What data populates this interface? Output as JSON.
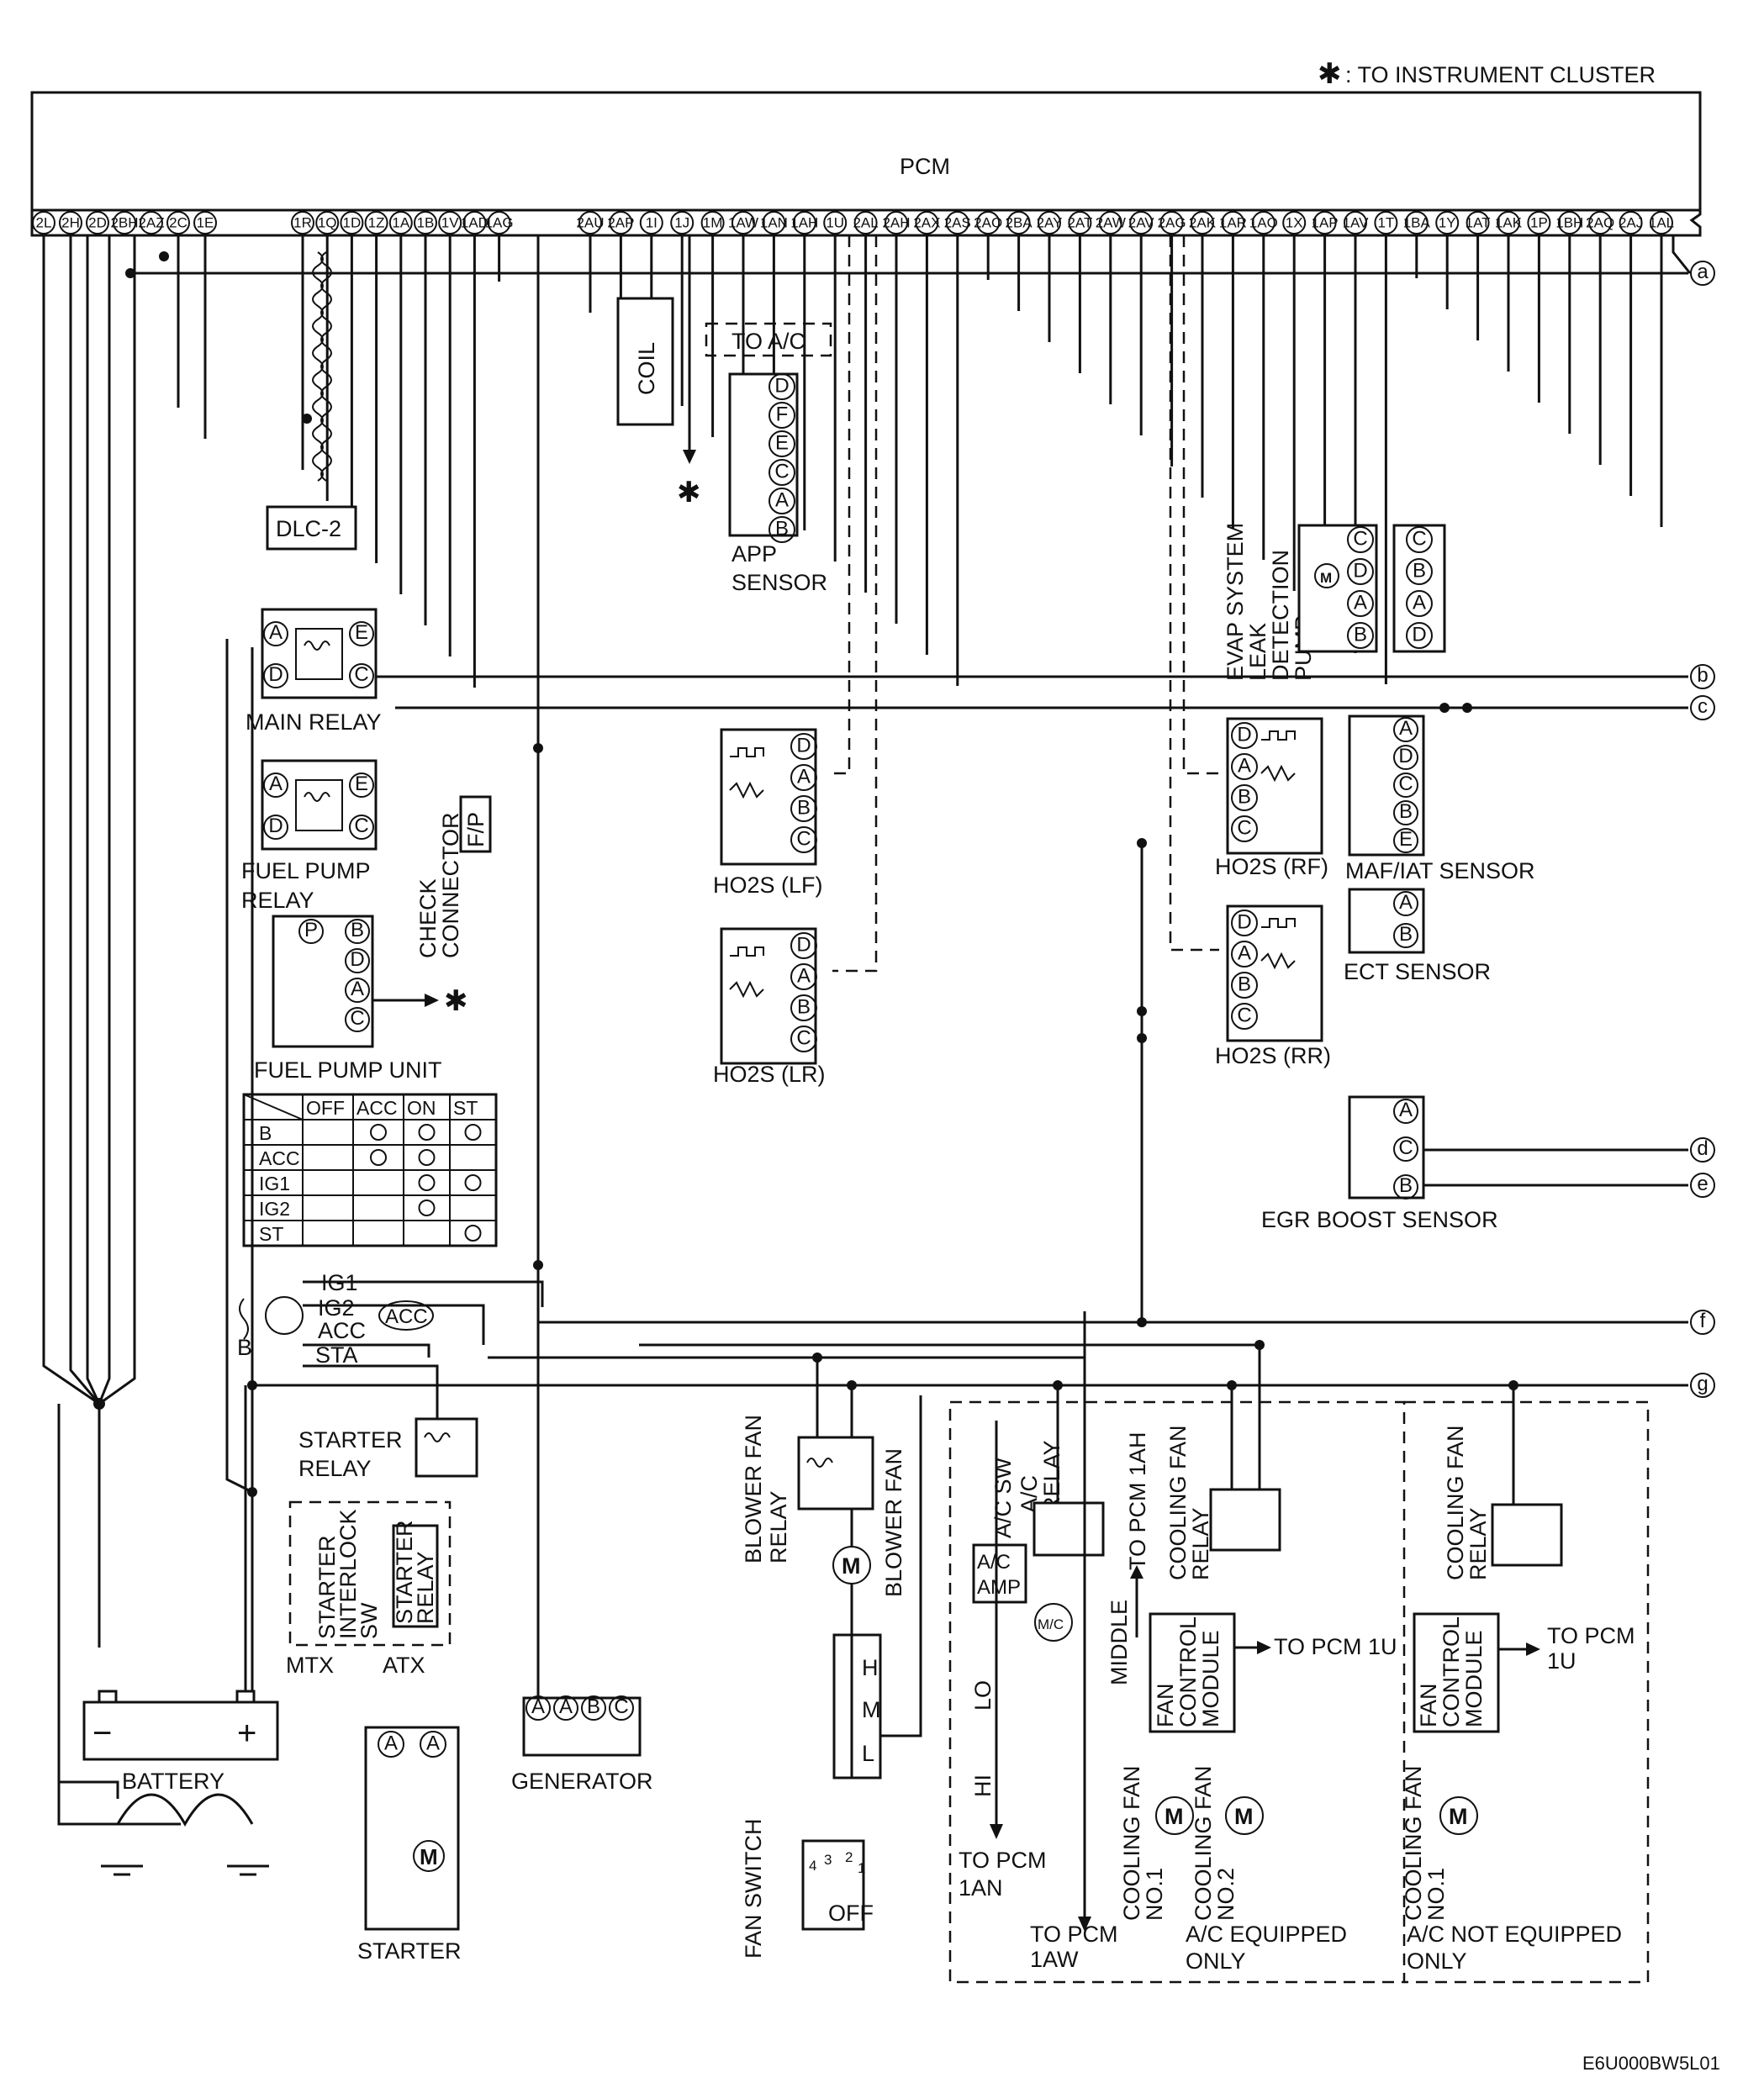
{
  "header": {
    "note_symbol": "✱",
    "note_text": ": TO INSTRUMENT CLUSTER",
    "pcm_label": "PCM",
    "footer_code": "E6U000BW5L01"
  },
  "pcm_pins": [
    "2L",
    "2H",
    "2D",
    "2BH",
    "2AZ",
    "2C",
    "1E",
    "1R",
    "1Q",
    "1D",
    "1Z",
    "1A",
    "1B",
    "1V",
    "1AD",
    "1AG",
    "2AU",
    "2AP",
    "1I",
    "1J",
    "1M",
    "1AW",
    "1AN",
    "1AH",
    "1U",
    "2AL",
    "2AH",
    "2AX",
    "2AS",
    "2AO",
    "2BA",
    "2AY",
    "2AT",
    "2AW",
    "2AV",
    "2AG",
    "2AK",
    "1AR",
    "1AO",
    "1X",
    "1AP",
    "1AV",
    "1T",
    "1BA",
    "1Y",
    "1AT",
    "1AK",
    "1P",
    "1BH",
    "2AQ",
    "2AJ",
    "1AL"
  ],
  "edge_refs": [
    "a",
    "b",
    "c",
    "d",
    "e",
    "f",
    "g"
  ],
  "components": {
    "coil": "COIL",
    "to_ac": "TO A/C",
    "dlc2": "DLC-2",
    "app_sensor": [
      "APP",
      "SENSOR"
    ],
    "app_pins": [
      "D",
      "F",
      "E",
      "C",
      "A",
      "B"
    ],
    "evap": [
      "EVAP SYSTEM",
      "LEAK",
      "DETECTION",
      "PUMP"
    ],
    "evap_pins_left": [
      "C",
      "D",
      "A",
      "B"
    ],
    "evap_pins_right": [
      "C",
      "B",
      "A",
      "D"
    ],
    "main_relay": "MAIN RELAY",
    "relay_pins": [
      "A",
      "D",
      "E",
      "C"
    ],
    "fuel_pump_relay": [
      "FUEL PUMP",
      "RELAY"
    ],
    "check_connector": [
      "CHECK",
      "CONNECTOR"
    ],
    "fp_label": "F/P",
    "fuel_pump_unit": "FUEL PUMP UNIT",
    "fuel_pump_pins": [
      "P",
      "B",
      "D",
      "A",
      "C"
    ],
    "ho2s_lf": "HO2S (LF)",
    "ho2s_lr": "HO2S (LR)",
    "ho2s_rf": "HO2S (RF)",
    "ho2s_rr": "HO2S (RR)",
    "ho2s_pins": [
      "D",
      "A",
      "B",
      "C"
    ],
    "maf_iat": "MAF/IAT SENSOR",
    "maf_pins": [
      "A",
      "D",
      "C",
      "B",
      "E"
    ],
    "ect": "ECT SENSOR",
    "ect_pins": [
      "A",
      "B"
    ],
    "egr": "EGR BOOST SENSOR",
    "egr_pins": [
      "A",
      "C",
      "B"
    ],
    "ign_table": {
      "headers": [
        "OFF",
        "ACC",
        "ON",
        "ST"
      ],
      "rows": [
        "B",
        "ACC",
        "IG1",
        "IG2",
        "ST"
      ]
    },
    "ign_switch": [
      "IG1",
      "IG2",
      "ACC",
      "STA"
    ],
    "acc_badge": "ACC",
    "fuse_b": "B",
    "starter_relay": [
      "STARTER",
      "RELAY"
    ],
    "starter_interlock": [
      "STARTER",
      "INTERLOCK",
      "SW"
    ],
    "starter_relay_atx": [
      "STARTER",
      "RELAY"
    ],
    "mtx": "MTX",
    "atx": "ATX",
    "battery": "BATTERY",
    "battery_minus": "−",
    "battery_plus": "+",
    "starter": "STARTER",
    "starter_pins": [
      "A",
      "A"
    ],
    "motor": "M",
    "generator": "GENERATOR",
    "generator_pins": [
      "A",
      "A",
      "B",
      "C"
    ],
    "blower_fan_relay": [
      "BLOWER FAN",
      "RELAY"
    ],
    "blower_fan": "BLOWER FAN",
    "fan_switch": "FAN SWITCH",
    "fan_switch_positions": [
      "H",
      "M",
      "L"
    ],
    "fan_switch_nums": [
      "4",
      "3",
      "2",
      "1"
    ],
    "fan_switch_off": "OFF",
    "ac_sw": "A/C SW",
    "ac_relay": [
      "A/C",
      "RELAY"
    ],
    "ac_amp": [
      "A/C",
      "AMP"
    ],
    "mc": "M/C",
    "lo": "LO",
    "hi": "HI",
    "middle": "MIDDLE",
    "to_pcm_1ah": "TO PCM 1AH",
    "to_pcm_1an": [
      "TO PCM",
      "1AN"
    ],
    "to_pcm_1aw": [
      "TO PCM",
      "1AW"
    ],
    "to_pcm_1u_a": "TO PCM 1U",
    "to_pcm_1u_b": [
      "TO PCM",
      "1U"
    ],
    "cooling_fan_relay": [
      "COOLING FAN",
      "RELAY"
    ],
    "fan_control_module": [
      "FAN",
      "CONTROL",
      "MODULE"
    ],
    "cooling_fan_no1": [
      "COOLING FAN",
      "NO.1"
    ],
    "cooling_fan_no2": [
      "COOLING FAN",
      "NO.2"
    ],
    "ac_equipped": [
      "A/C EQUIPPED",
      "ONLY"
    ],
    "ac_not_equipped": [
      "A/C NOT EQUIPPED",
      "ONLY"
    ]
  }
}
